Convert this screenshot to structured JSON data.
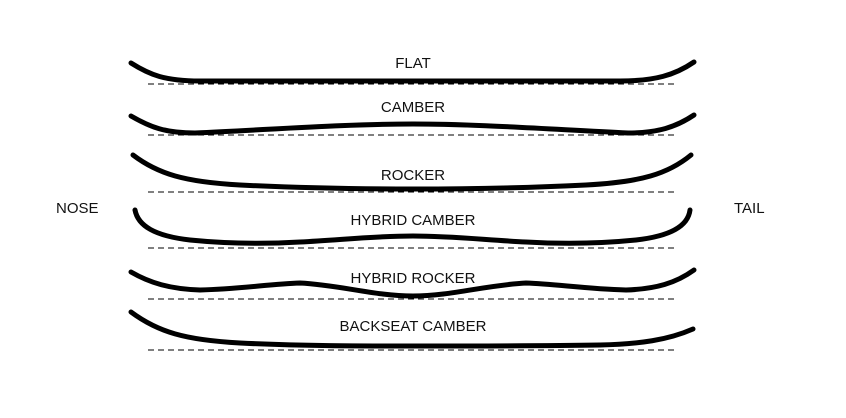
{
  "diagram": {
    "side_labels": {
      "nose": "NOSE",
      "tail": "TAIL"
    },
    "profiles": [
      {
        "id": "flat",
        "label": "FLAT"
      },
      {
        "id": "camber",
        "label": "CAMBER"
      },
      {
        "id": "rocker",
        "label": "ROCKER"
      },
      {
        "id": "hybrid-camber",
        "label": "HYBRID CAMBER"
      },
      {
        "id": "hybrid-rocker",
        "label": "HYBRID ROCKER"
      },
      {
        "id": "backseat-camber",
        "label": "BACKSEAT CAMBER"
      }
    ]
  }
}
